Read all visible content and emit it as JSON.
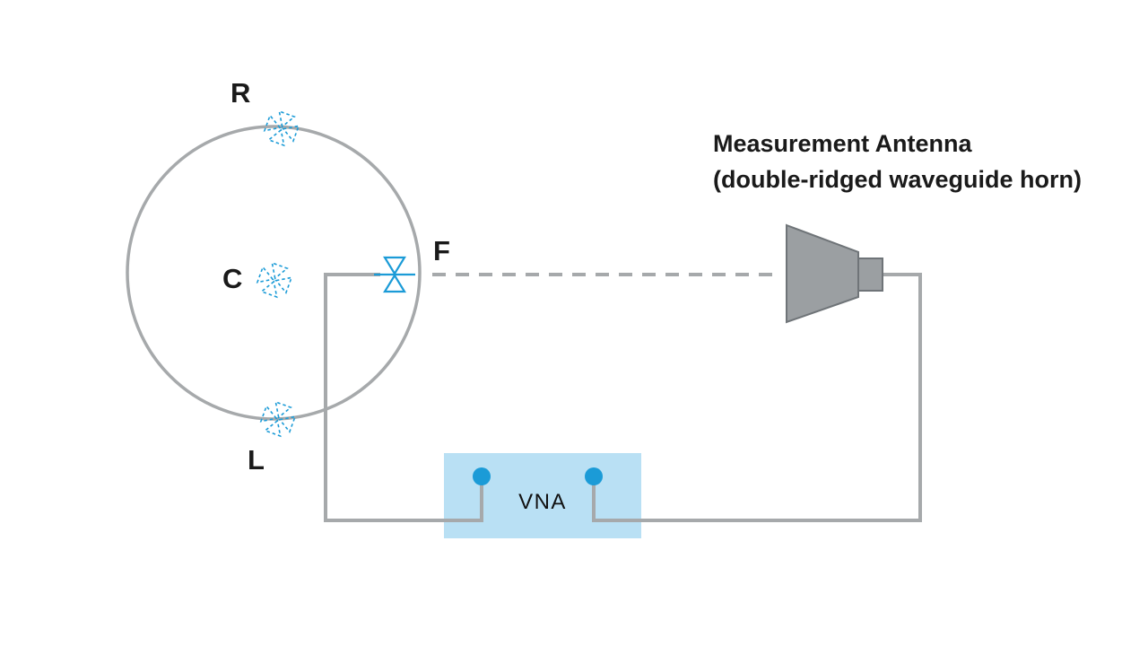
{
  "colors": {
    "accent_blue": "#1b9bd7",
    "vna_fill": "#b9e0f4",
    "line_gray": "#a6a9ab",
    "horn_fill": "#9b9fa2",
    "horn_stroke": "#6f7478",
    "text": "#1a1a1a"
  },
  "positions": {
    "r": "R",
    "c": "C",
    "l": "L",
    "f": "F"
  },
  "measurement_antenna": {
    "line1": "Measurement Antenna",
    "line2": "(double-ridged waveguide horn)"
  },
  "vna": {
    "label": "VNA"
  }
}
